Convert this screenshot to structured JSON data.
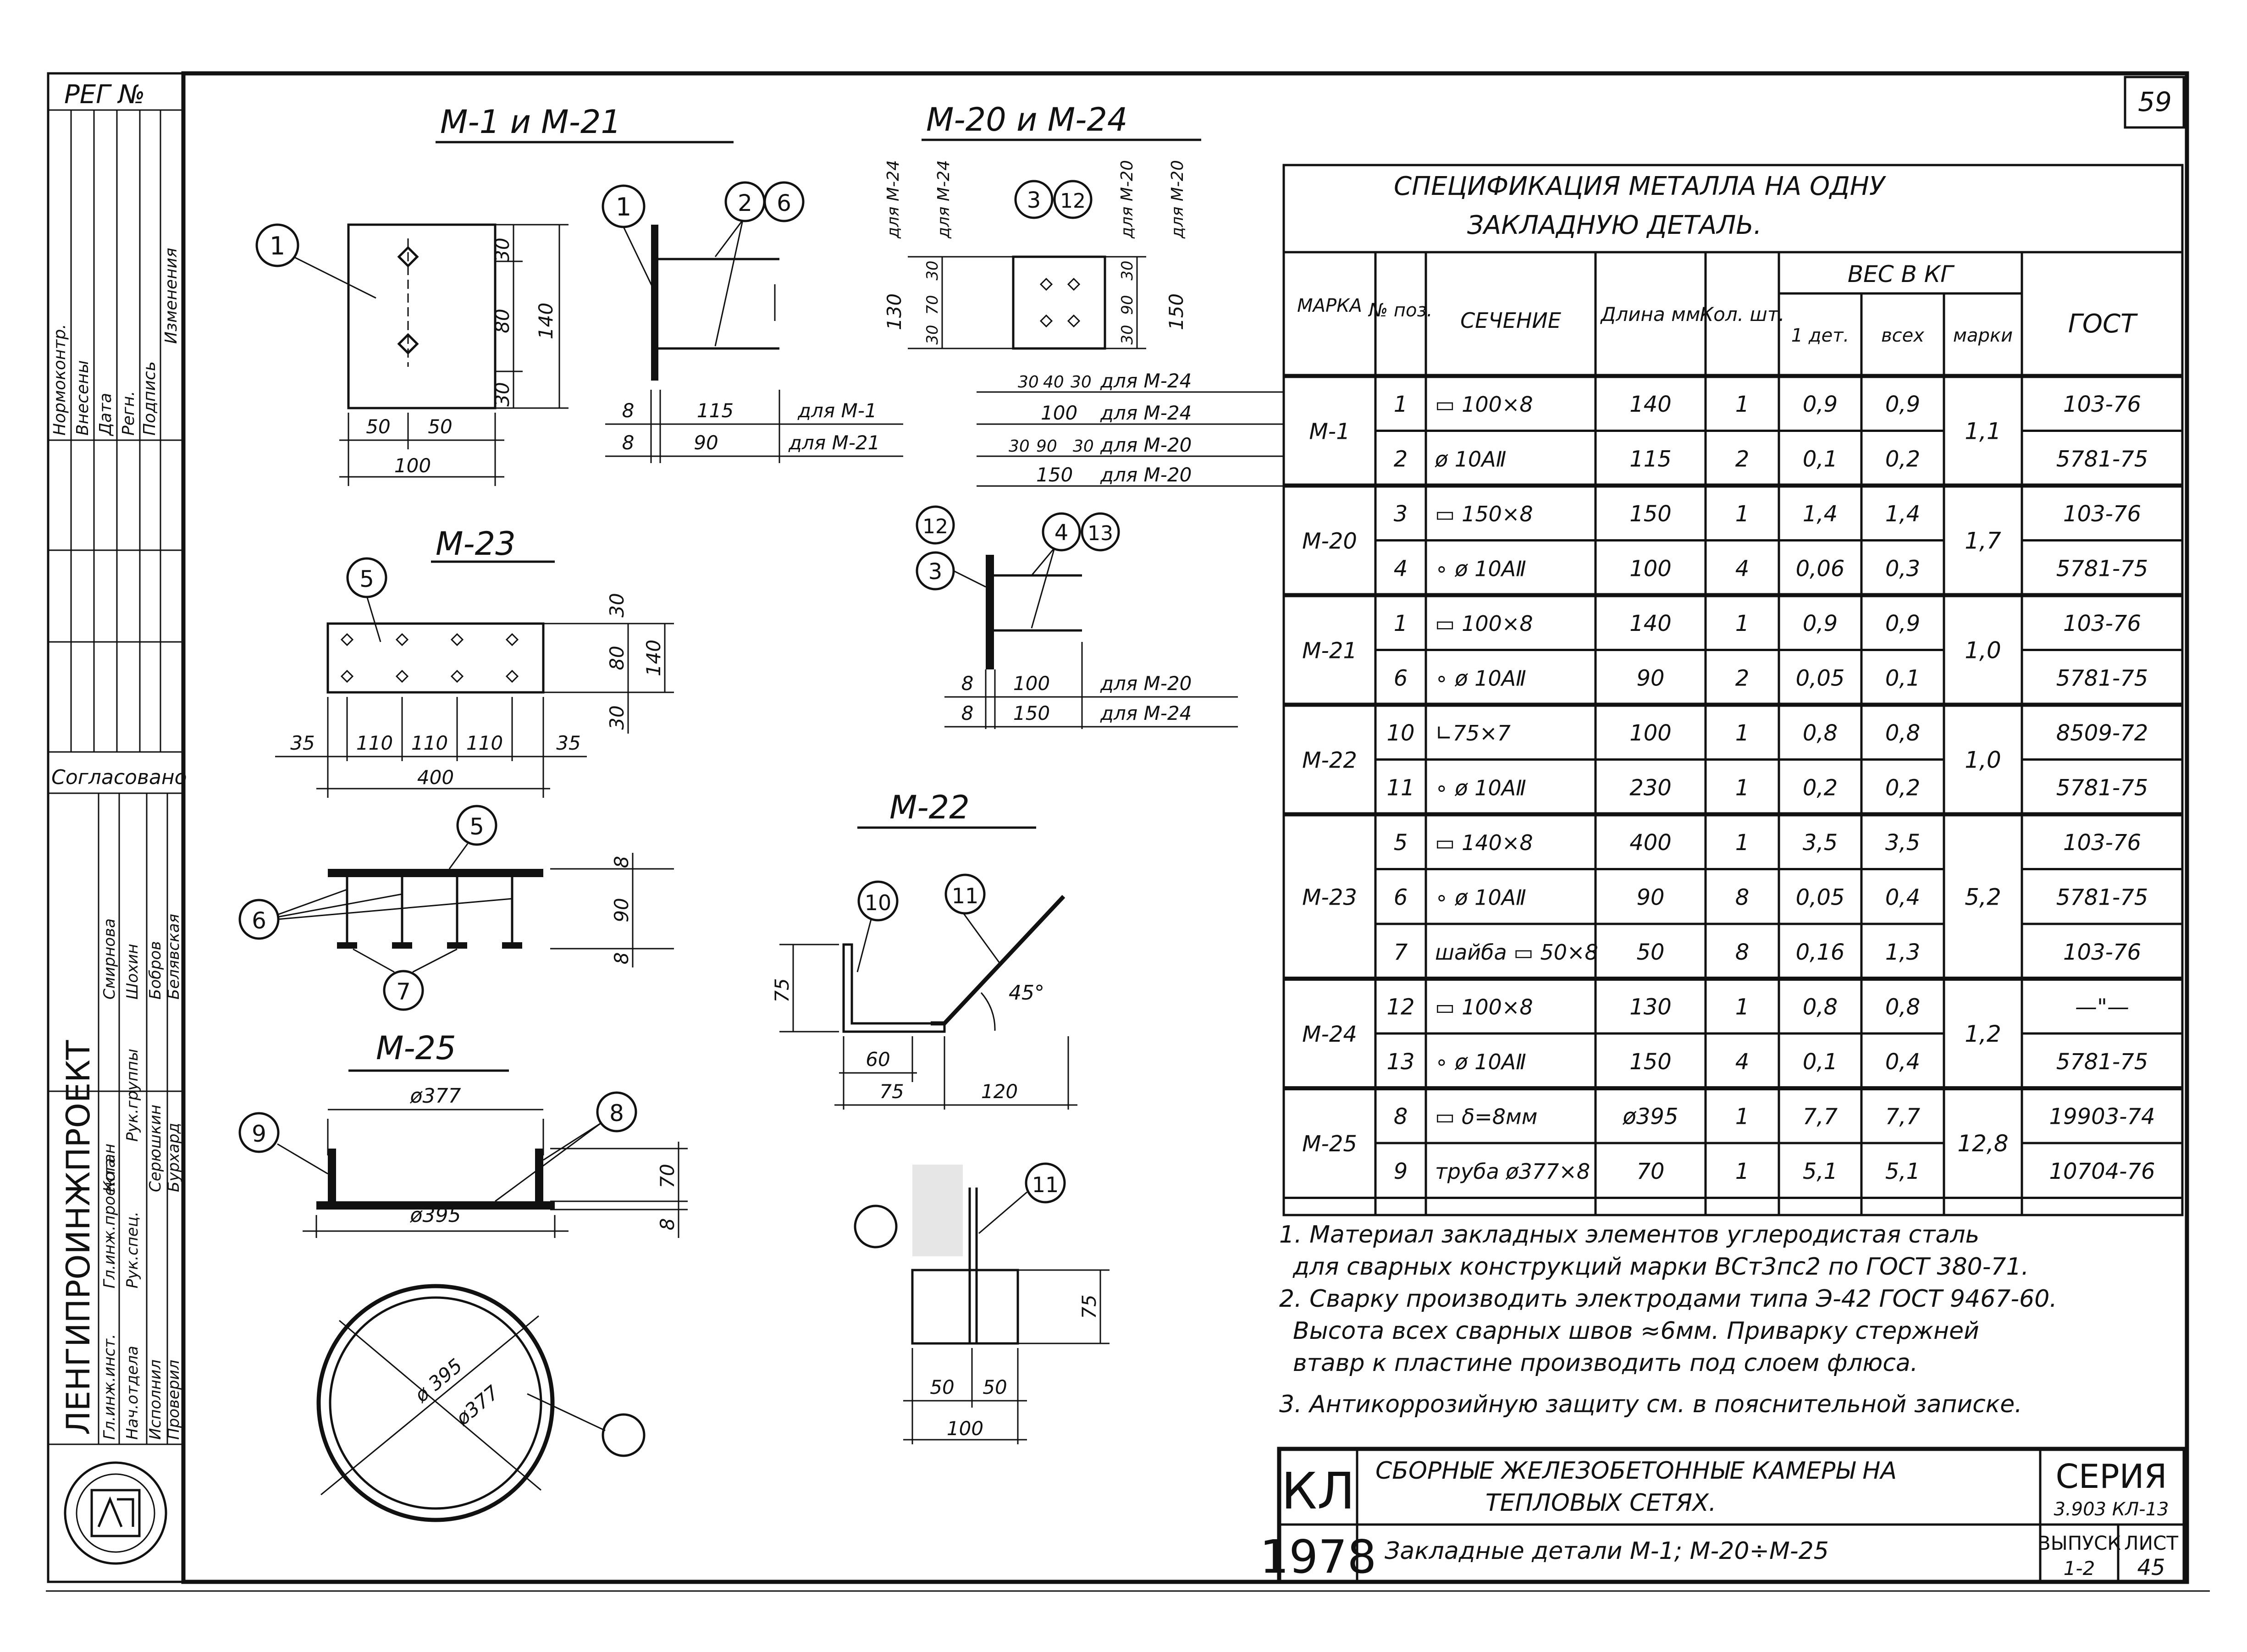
{
  "page_number": "59",
  "reg_label": "РЕГ №",
  "side_stamp": {
    "rows": [
      "Нормоконтр.",
      "Внесены",
      "Дата",
      "Регн.",
      "Подпись",
      "Изменения"
    ],
    "approved": "Согласовано",
    "org": "ЛЕНГИПРОИНЖПРОЕКТ",
    "roles": [
      "Гл.инж.инст.",
      "Гл.инж.проекта",
      "Нач.отдела",
      "Рук.спец.",
      "Рук.группы",
      "Исполнил",
      "Проверил"
    ],
    "names": [
      "Коган",
      "Шохин",
      "Бобров",
      "Серюшкин",
      "Белявская",
      "Смирнова",
      "Бурхард"
    ]
  },
  "drawings": {
    "m1_title": "М-1 и М-21",
    "m1_dims": {
      "d30a": "30",
      "d80": "80",
      "d30b": "30",
      "d140": "140",
      "d50a": "50",
      "d50b": "50",
      "d100": "100"
    },
    "m1_side": {
      "d8a": "8",
      "d115": "115",
      "note1": "для М-1",
      "d8b": "8",
      "d90": "90",
      "note2": "для М-21"
    },
    "m20_title": "М-20 и М-24",
    "m20_dims": {
      "v1": "для М-24",
      "v2": "для М-24",
      "v3": "для М-20",
      "v4": "для М-20",
      "d130": "130",
      "d30a": "30",
      "d70": "70",
      "d30b": "30",
      "d30c": "30",
      "d90": "90",
      "d30d": "30",
      "d150": "150",
      "r1a": "30",
      "r1b": "40",
      "r1c": "30",
      "r1n": "для М-24",
      "r2a": "100",
      "r2n": "для М-24",
      "r3a": "30",
      "r3b": "90",
      "r3c": "30",
      "r3n": "для М-20",
      "r4a": "150",
      "r4n": "для М-20"
    },
    "m20_side": {
      "d8a": "8",
      "d100": "100",
      "n1": "для М-20",
      "d8b": "8",
      "d150": "150",
      "n2": "для М-24"
    },
    "m23_title": "М-23",
    "m23_dims": {
      "d30": "30",
      "d80": "80",
      "d30b": "30",
      "d140": "140",
      "d35": "35",
      "d110a": "110",
      "d110b": "110",
      "d110c": "110",
      "d35b": "35",
      "d400": "400",
      "s8a": "8",
      "s90": "90",
      "s8b": "8"
    },
    "m22_title": "М-22",
    "m22_dims": {
      "d75": "75",
      "d60": "60",
      "d75b": "75",
      "d120": "120",
      "angle": "45°"
    },
    "m25_title": "М-25",
    "m25_dims": {
      "d377": "ø377",
      "d395": "ø395",
      "d70": "70",
      "d8": "8",
      "c395": "ø 395",
      "c377": "ø377"
    },
    "m11_dims": {
      "d75": "75",
      "d50a": "50",
      "d50b": "50",
      "d100": "100"
    },
    "callouts": [
      "1",
      "2",
      "6",
      "3",
      "12",
      "4",
      "13",
      "5",
      "6",
      "7",
      "8",
      "9",
      "10",
      "11",
      "11"
    ]
  },
  "spec": {
    "title1": "СПЕЦИФИКАЦИЯ МЕТАЛЛА НА ОДНУ",
    "title2": "ЗАКЛАДНУЮ ДЕТАЛЬ.",
    "headers": {
      "marka": "МАРКА",
      "pos": "№ поз.",
      "section": "СЕЧЕНИЕ",
      "length": "Длина мм",
      "qty": "Кол. шт.",
      "weight": "ВЕС В КГ",
      "w1": "1 дет.",
      "wall": "всех",
      "wmark": "марки",
      "gost": "ГОСТ"
    },
    "groups": [
      {
        "marka": "М-1",
        "mark_weight": "1,1",
        "rows": [
          {
            "pos": "1",
            "section": "▭ 100×8",
            "length": "140",
            "qty": "1",
            "w1": "0,9",
            "wall": "0,9",
            "gost": "103-76"
          },
          {
            "pos": "2",
            "section": "ø 10АⅡ",
            "length": "115",
            "qty": "2",
            "w1": "0,1",
            "wall": "0,2",
            "gost": "5781-75"
          }
        ]
      },
      {
        "marka": "М-20",
        "mark_weight": "1,7",
        "rows": [
          {
            "pos": "3",
            "section": "▭ 150×8",
            "length": "150",
            "qty": "1",
            "w1": "1,4",
            "wall": "1,4",
            "gost": "103-76"
          },
          {
            "pos": "4",
            "section": "∘ ø 10АⅡ",
            "length": "100",
            "qty": "4",
            "w1": "0,06",
            "wall": "0,3",
            "gost": "5781-75"
          }
        ]
      },
      {
        "marka": "М-21",
        "mark_weight": "1,0",
        "rows": [
          {
            "pos": "1",
            "section": "▭ 100×8",
            "length": "140",
            "qty": "1",
            "w1": "0,9",
            "wall": "0,9",
            "gost": "103-76"
          },
          {
            "pos": "6",
            "section": "∘ ø 10АⅡ",
            "length": "90",
            "qty": "2",
            "w1": "0,05",
            "wall": "0,1",
            "gost": "5781-75"
          }
        ]
      },
      {
        "marka": "М-22",
        "mark_weight": "1,0",
        "rows": [
          {
            "pos": "10",
            "section": "∟75×7",
            "length": "100",
            "qty": "1",
            "w1": "0,8",
            "wall": "0,8",
            "gost": "8509-72"
          },
          {
            "pos": "11",
            "section": "∘ ø 10АⅡ",
            "length": "230",
            "qty": "1",
            "w1": "0,2",
            "wall": "0,2",
            "gost": "5781-75"
          }
        ]
      },
      {
        "marka": "М-23",
        "mark_weight": "5,2",
        "rows": [
          {
            "pos": "5",
            "section": "▭ 140×8",
            "length": "400",
            "qty": "1",
            "w1": "3,5",
            "wall": "3,5",
            "gost": "103-76"
          },
          {
            "pos": "6",
            "section": "∘ ø 10АⅡ",
            "length": "90",
            "qty": "8",
            "w1": "0,05",
            "wall": "0,4",
            "gost": "5781-75"
          },
          {
            "pos": "7",
            "section": "шайба ▭ 50×8",
            "length": "50",
            "qty": "8",
            "w1": "0,16",
            "wall": "1,3",
            "gost": "103-76"
          }
        ]
      },
      {
        "marka": "М-24",
        "mark_weight": "1,2",
        "rows": [
          {
            "pos": "12",
            "section": "▭ 100×8",
            "length": "130",
            "qty": "1",
            "w1": "0,8",
            "wall": "0,8",
            "gost": "—\"—"
          },
          {
            "pos": "13",
            "section": "∘ ø 10АⅡ",
            "length": "150",
            "qty": "4",
            "w1": "0,1",
            "wall": "0,4",
            "gost": "5781-75"
          }
        ]
      },
      {
        "marka": "М-25",
        "mark_weight": "12,8",
        "rows": [
          {
            "pos": "8",
            "section": "▭ δ=8мм",
            "length": "ø395",
            "qty": "1",
            "w1": "7,7",
            "wall": "7,7",
            "gost": "19903-74"
          },
          {
            "pos": "9",
            "section": "труба ø377×8",
            "length": "70",
            "qty": "1",
            "w1": "5,1",
            "wall": "5,1",
            "gost": "10704-76"
          }
        ]
      }
    ]
  },
  "notes": [
    "1. Материал закладных элементов углеродистая сталь",
    "для сварных конструкций марки ВСт3пс2 по ГОСТ 380-71.",
    "2. Сварку производить электродами типа Э-42 ГОСТ 9467-60.",
    "Высота всех сварных швов ≈6мм. Приварку стержней",
    "втавр к пластине производить под слоем флюса.",
    "3. Антикоррозийную защиту см. в пояснительной записке."
  ],
  "title_block": {
    "kl": "КЛ",
    "year": "1978",
    "title1": "СБОРНЫЕ ЖЕЛЕЗОБЕТОННЫЕ КАМЕРЫ НА",
    "title2": "ТЕПЛОВЫХ СЕТЯХ.",
    "subtitle": "Закладные детали М-1; М-20÷М-25",
    "series_label": "СЕРИЯ",
    "series_value": "3.903 КЛ-13",
    "issue_label": "ВЫПУСК",
    "issue_value": "1-2",
    "sheet_label": "ЛИСТ",
    "sheet_value": "45"
  }
}
